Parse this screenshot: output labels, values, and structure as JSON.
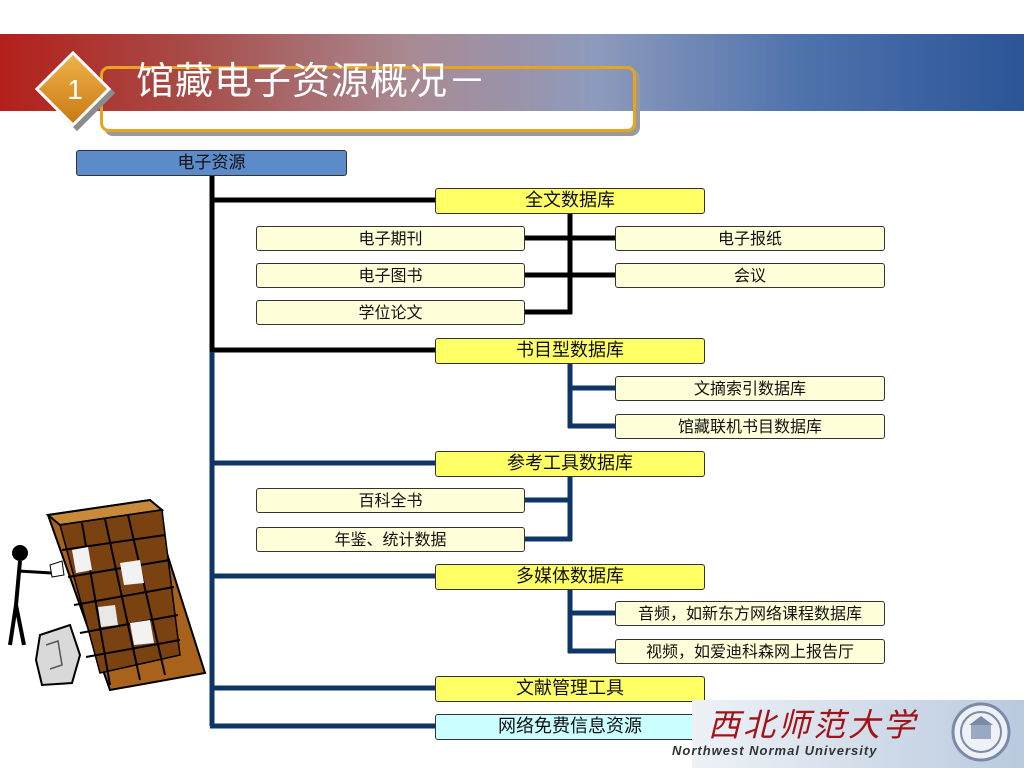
{
  "slide": {
    "badge_number": "1",
    "title": "馆藏电子资源概况－",
    "title_cut_text": "类型"
  },
  "diagram": {
    "root": "电子资源",
    "categories": {
      "fulltext": {
        "label": "全文数据库",
        "children": [
          "电子期刊",
          "电子报纸",
          "电子图书",
          "会议",
          "学位论文"
        ]
      },
      "bibliographic": {
        "label": "书目型数据库",
        "children": [
          "文摘索引数据库",
          "馆藏联机书目数据库"
        ]
      },
      "reference": {
        "label": "参考工具数据库",
        "children": [
          "百科全书",
          "年鉴、统计数据"
        ]
      },
      "multimedia": {
        "label": "多媒体数据库",
        "children": [
          "音频，如新东方网络课程数据库",
          "视频，如爱迪科森网上报告厅"
        ]
      },
      "literature_tools": {
        "label": "文献管理工具"
      },
      "free_web": {
        "label": "网络免费信息资源"
      }
    }
  },
  "footer": {
    "university_cn": "西北师范大学",
    "university_en": "Northwest Normal University"
  },
  "colors": {
    "root_box": "#5b8bc9",
    "category_box": "#ffff66",
    "leaf_box": "#ffffd9",
    "web_box": "#ccffff",
    "connector_black": "#000000",
    "connector_navy": "#0f3566",
    "title_frame": "#e9a31d",
    "badge": "#d98a1b"
  }
}
